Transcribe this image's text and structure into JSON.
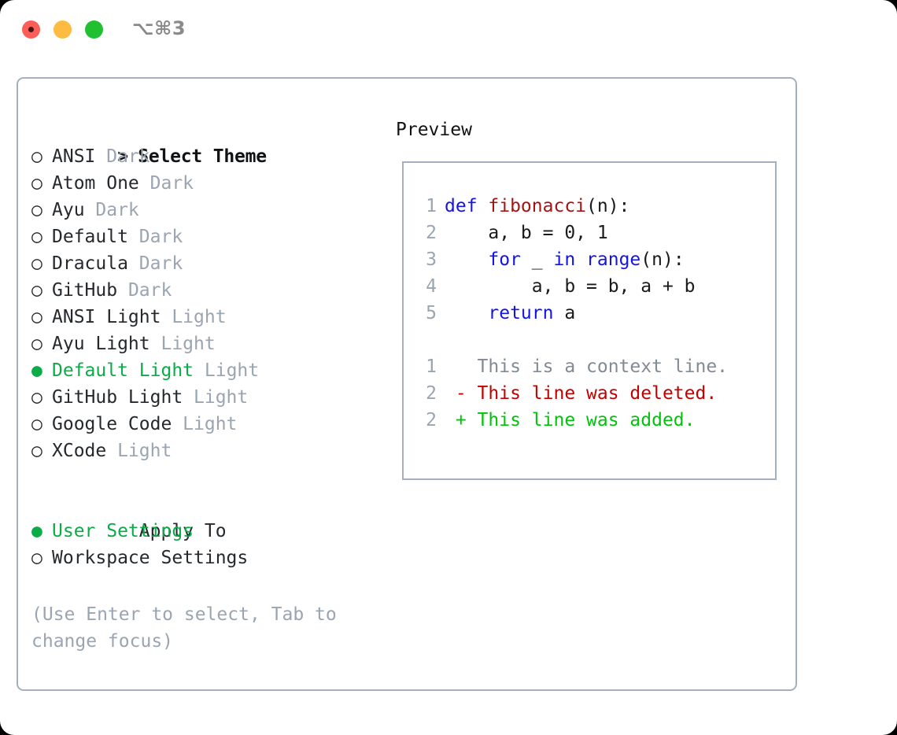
{
  "titlebar": {
    "shortcut": "⌥⌘3",
    "lights": [
      "close",
      "minimize",
      "maximize"
    ]
  },
  "theme_picker": {
    "heading_marker": "> ",
    "heading": "Select Theme",
    "marker_selected": "● ",
    "marker_unselected": "○ ",
    "items": [
      {
        "name": "ANSI",
        "tag": "Dark",
        "selected": false
      },
      {
        "name": "Atom One",
        "tag": "Dark",
        "selected": false
      },
      {
        "name": "Ayu",
        "tag": "Dark",
        "selected": false
      },
      {
        "name": "Default",
        "tag": "Dark",
        "selected": false
      },
      {
        "name": "Dracula",
        "tag": "Dark",
        "selected": false
      },
      {
        "name": "GitHub",
        "tag": "Dark",
        "selected": false
      },
      {
        "name": "ANSI Light",
        "tag": "Light",
        "selected": false
      },
      {
        "name": "Ayu Light",
        "tag": "Light",
        "selected": false
      },
      {
        "name": "Default Light",
        "tag": "Light",
        "selected": true
      },
      {
        "name": "GitHub Light",
        "tag": "Light",
        "selected": false
      },
      {
        "name": "Google Code",
        "tag": "Light",
        "selected": false
      },
      {
        "name": "XCode",
        "tag": "Light",
        "selected": false
      }
    ]
  },
  "apply_to": {
    "label": "Apply To",
    "options": [
      {
        "name": "User Settings",
        "selected": true
      },
      {
        "name": "Workspace Settings",
        "selected": false
      }
    ]
  },
  "hint": "(Use Enter to select, Tab to change focus)",
  "preview": {
    "title": "Preview",
    "code_lines": [
      {
        "num": "1",
        "tokens": [
          {
            "t": "def ",
            "c": "kw"
          },
          {
            "t": "fibonacci",
            "c": "fn"
          },
          {
            "t": "(n):",
            "c": "plain"
          }
        ]
      },
      {
        "num": "2",
        "tokens": [
          {
            "t": "    a, b = 0, 1",
            "c": "plain"
          }
        ]
      },
      {
        "num": "3",
        "tokens": [
          {
            "t": "    ",
            "c": "plain"
          },
          {
            "t": "for",
            "c": "kw"
          },
          {
            "t": " _ ",
            "c": "plain"
          },
          {
            "t": "in",
            "c": "kw"
          },
          {
            "t": " ",
            "c": "plain"
          },
          {
            "t": "range",
            "c": "kw"
          },
          {
            "t": "(n):",
            "c": "plain"
          }
        ]
      },
      {
        "num": "4",
        "tokens": [
          {
            "t": "        a, b = b, a + b",
            "c": "plain"
          }
        ]
      },
      {
        "num": "5",
        "tokens": [
          {
            "t": "    ",
            "c": "plain"
          },
          {
            "t": "return",
            "c": "kw"
          },
          {
            "t": " a",
            "c": "plain"
          }
        ]
      }
    ],
    "diff_lines": [
      {
        "num": "1",
        "sign": " ",
        "text": " This is a context line.",
        "c": "ctx"
      },
      {
        "num": "2",
        "sign": "-",
        "text": " This line was deleted.",
        "c": "del"
      },
      {
        "num": "2",
        "sign": "+",
        "text": " This line was added.",
        "c": "add"
      }
    ]
  },
  "colors": {
    "accent_green": "#0bab48",
    "diff_added": "#00c40a",
    "diff_deleted": "#c40000",
    "muted": "#9aa5b1",
    "border": "#a4b0be",
    "keyword": "#1414e6",
    "function": "#a31515"
  }
}
